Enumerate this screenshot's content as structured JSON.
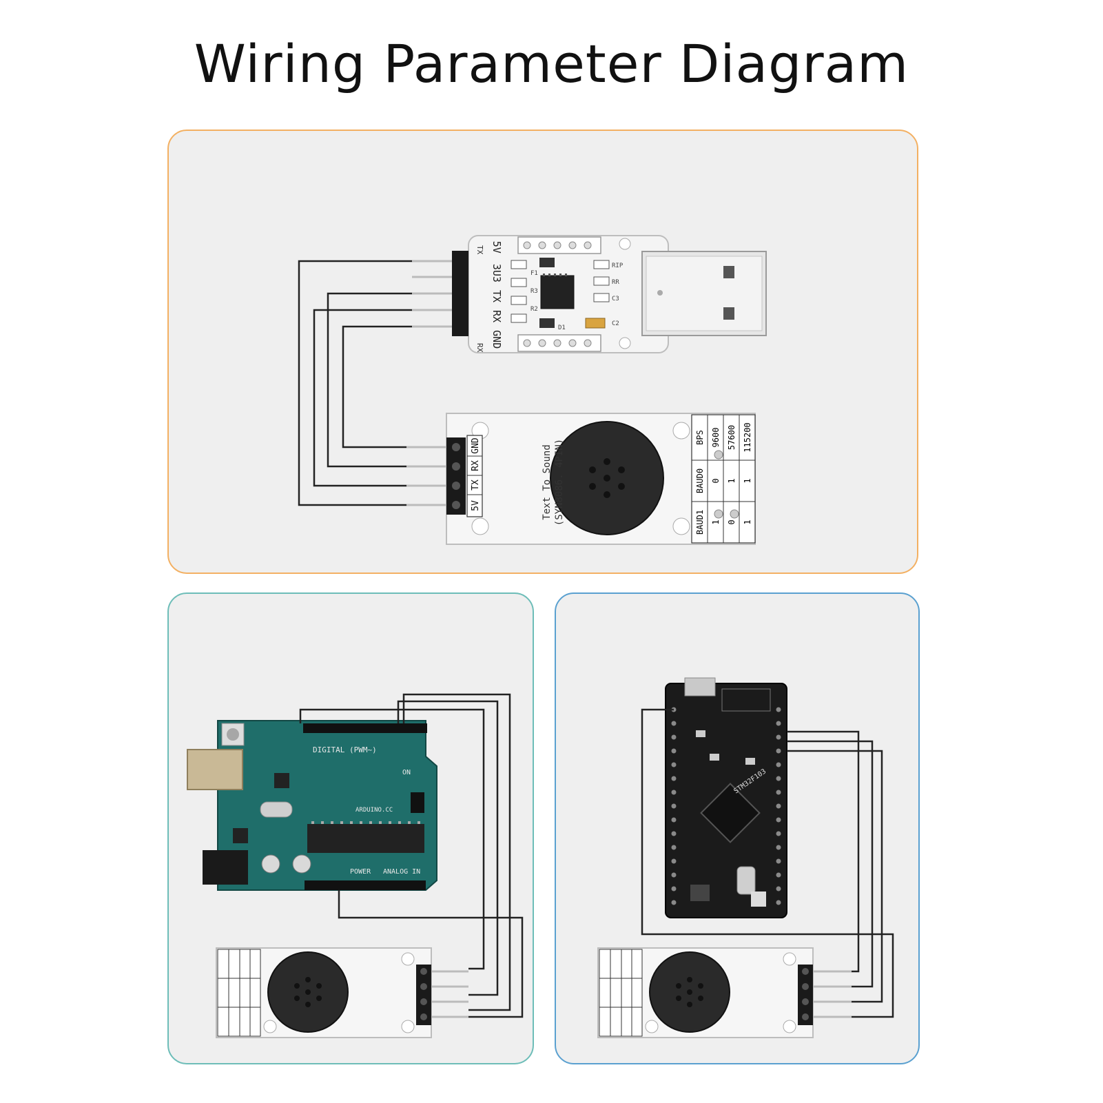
{
  "title": "Wiring Parameter Diagram",
  "usb_adapter": {
    "pin_labels": [
      "5V",
      "3U3",
      "TX",
      "RX",
      "GND"
    ],
    "side_label_top": "TX",
    "side_label_bottom": "RX",
    "component_labels": [
      "F1",
      "R3",
      "R2",
      "D1",
      "C3",
      "C2",
      "RIP",
      "RR"
    ]
  },
  "tts_module": {
    "title_line1": "Text To Sound",
    "title_line2": "(SYN8086. 4PIN)",
    "pin_labels": [
      "GND",
      "RX",
      "TX",
      "5V"
    ],
    "table": {
      "header": [
        "BPS",
        "9600",
        "57600",
        "115200"
      ],
      "row_baud0": [
        "BAUD0",
        "0",
        "1",
        "1"
      ],
      "row_baud1": [
        "BAUD1",
        "1",
        "0",
        "1"
      ]
    }
  },
  "arduino": {
    "digital_label": "DIGITAL (PWM~)",
    "power_label": "POWER",
    "analog_label": "ANALOG IN",
    "on_label": "ON",
    "brand_label": "ARDUINO.CC"
  },
  "stm32": {
    "chip_label": "STM32F103"
  }
}
